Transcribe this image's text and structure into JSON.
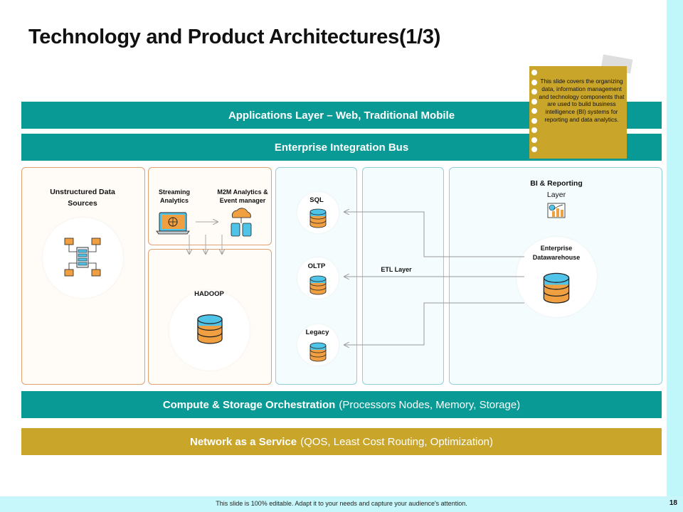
{
  "title": "Technology and Product Architectures(1/3)",
  "bands": {
    "applications": "Applications Layer – Web, Traditional Mobile",
    "integration": "Enterprise Integration Bus",
    "compute_bold": "Compute & Storage Orchestration",
    "compute_rest": "(Processors Nodes, Memory, Storage)",
    "network_bold": "Network as a Service",
    "network_rest": "(QOS, Least Cost Routing, Optimization)"
  },
  "sources": {
    "unstructured": "Unstructured Data Sources",
    "streaming": "Streaming Analytics",
    "m2m": "M2M Analytics & Event manager",
    "hadoop": "HADOOP"
  },
  "databases": {
    "sql": "SQL",
    "oltp": "OLTP",
    "legacy": "Legacy"
  },
  "etl": "ETL Layer",
  "bi": {
    "title": "BI & Reporting",
    "subtitle": "Layer",
    "warehouse": "Enterprise Datawarehouse"
  },
  "note": "This slide covers the organizing data, information management and technology components that are used to build business intelligence (BI) systems for reporting and data analytics.",
  "footer": "This slide is 100% editable. Adapt it to your needs and capture your audience's attention.",
  "page_number": "18",
  "colors": {
    "teal": "#0a9a95",
    "gold": "#c9a52a",
    "db_blue": "#4fc3e8",
    "db_orange": "#f0a040"
  },
  "icons": [
    "network-hub-icon",
    "laptop-analytics-icon",
    "cloud-devices-icon",
    "database-icon",
    "chart-report-icon"
  ]
}
